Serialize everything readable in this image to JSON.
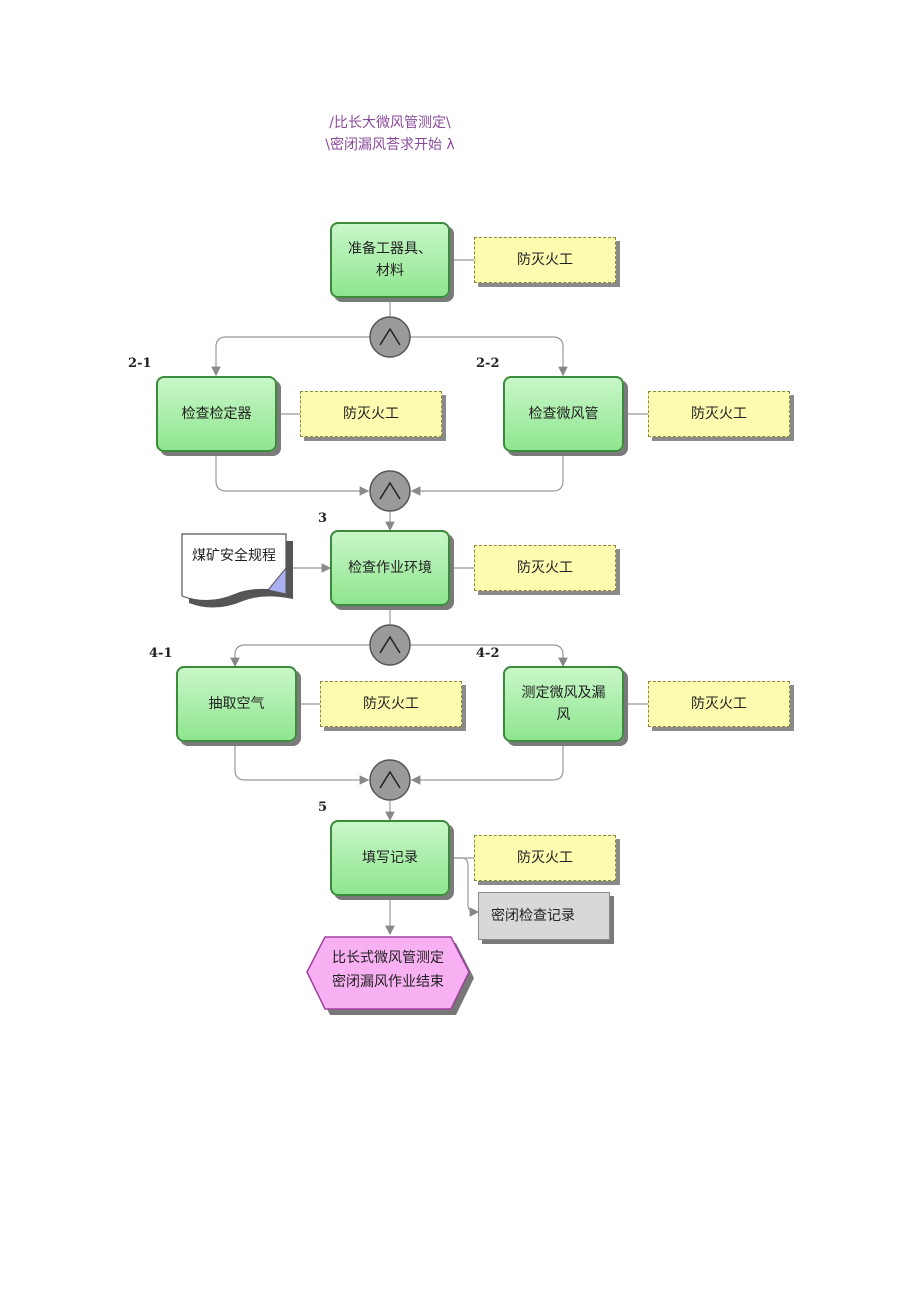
{
  "start": {
    "line1": "/比长大微风管测定\\",
    "line2": "\\密闭漏风荅求开始 λ"
  },
  "steps": {
    "s1": "准备工器具、材料",
    "s2_1": "检查检定器",
    "s2_2": "检查微风管",
    "s3": "检查作业环境",
    "s4_1": "抽取空气",
    "s4_2": "测定微风及漏风",
    "s5": "填写记录"
  },
  "role": "防灭火工",
  "labels": {
    "n2_1": "2-1",
    "n2_2": "2-2",
    "n3": "3",
    "n4_1": "4-1",
    "n4_2": "4-2",
    "n5": "5"
  },
  "document": "煤矿安全规程",
  "record": "密闭检查记录",
  "end": {
    "line1": "比长式微风管测定",
    "line2": "密闭漏风作业结束"
  }
}
